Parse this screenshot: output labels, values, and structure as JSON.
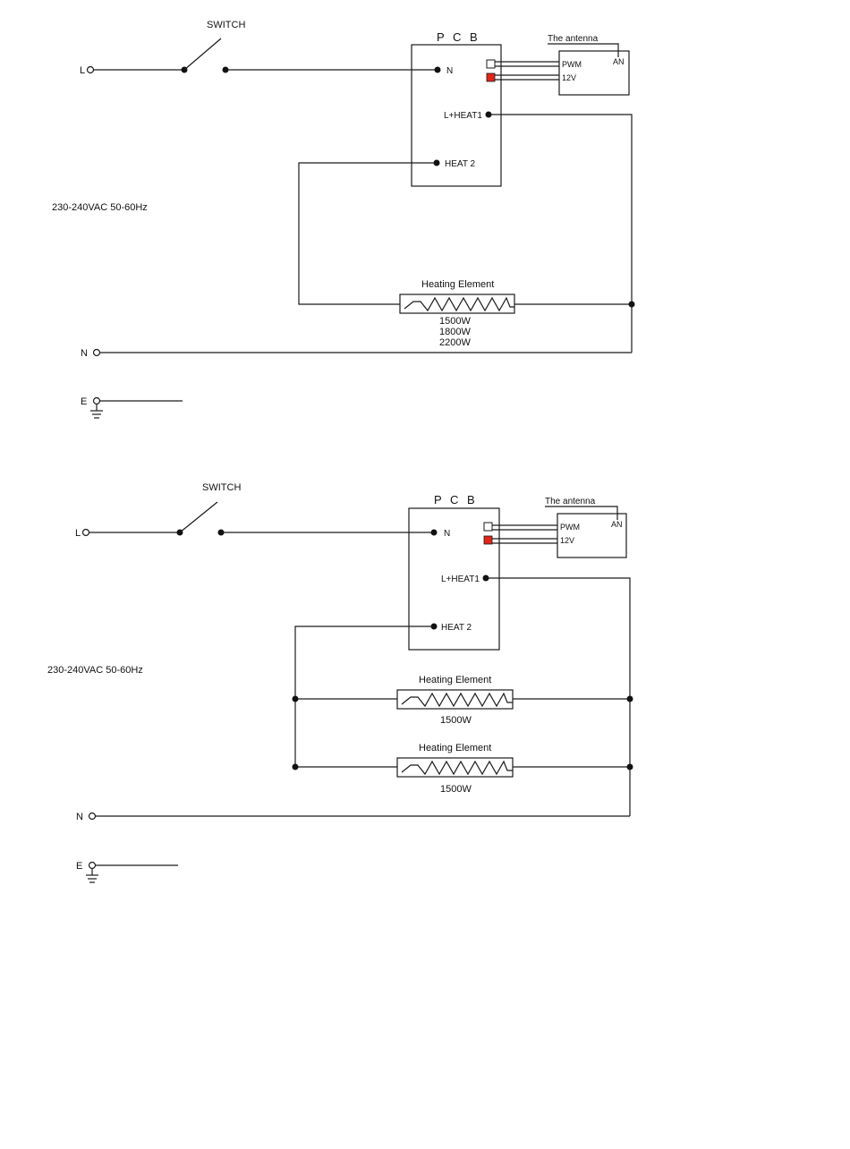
{
  "colors": {
    "line": "#1a1a1a",
    "connector_red": "#e0251b",
    "background": "#ffffff"
  },
  "diagrams": [
    {
      "switch_label": "SWITCH",
      "line_label": "L",
      "neutral_label": "N",
      "earth_label": "E",
      "supply_label": "230-240VAC 50-60Hz",
      "pcb": {
        "title": "P C B",
        "n_label": "N",
        "lheat1_label": "L+HEAT1",
        "heat2_label": "HEAT 2"
      },
      "antenna": {
        "title": "The antenna",
        "an_label": "AN",
        "pwm_label": "PWM",
        "v12_label": "12V"
      },
      "elements": [
        {
          "title": "Heating Element",
          "ratings": [
            "1500W",
            "1800W",
            "2200W"
          ]
        }
      ]
    },
    {
      "switch_label": "SWITCH",
      "line_label": "L",
      "neutral_label": "N",
      "earth_label": "E",
      "supply_label": "230-240VAC 50-60Hz",
      "pcb": {
        "title": "P C B",
        "n_label": "N",
        "lheat1_label": "L+HEAT1",
        "heat2_label": "HEAT 2"
      },
      "antenna": {
        "title": "The antenna",
        "an_label": "AN",
        "pwm_label": "PWM",
        "v12_label": "12V"
      },
      "elements": [
        {
          "title": "Heating Element",
          "ratings": [
            "1500W"
          ]
        },
        {
          "title": "Heating Element",
          "ratings": [
            "1500W"
          ]
        }
      ]
    }
  ]
}
